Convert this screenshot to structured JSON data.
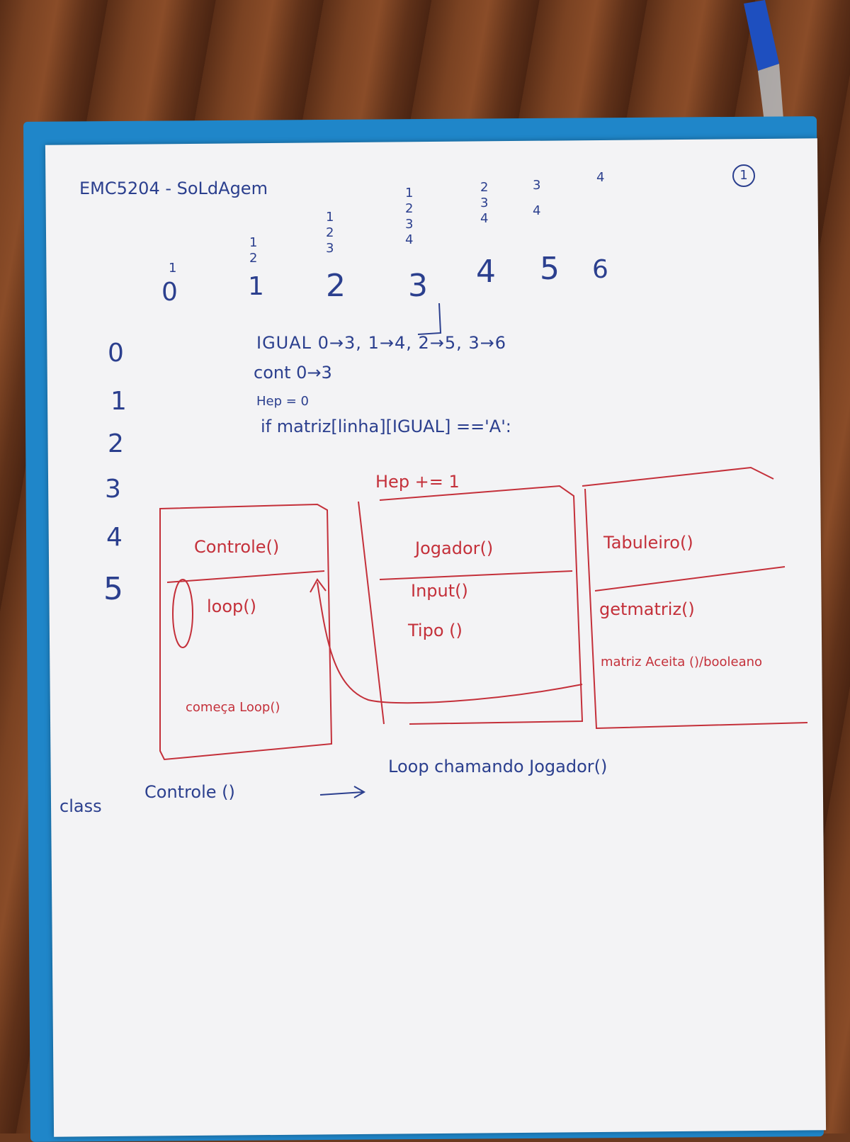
{
  "header": {
    "title": "EMC5204 - SoLdAgem",
    "page_number": "1"
  },
  "columns": {
    "headers": [
      "0",
      "1",
      "2",
      "3",
      "4",
      "5",
      "6"
    ],
    "stack_0": [
      "1"
    ],
    "stack_1": [
      "1",
      "2"
    ],
    "stack_2": [
      "1",
      "2",
      "3"
    ],
    "stack_3": [
      "1",
      "2",
      "3",
      "4"
    ],
    "stack_4": [
      "2",
      "3",
      "4"
    ],
    "stack_5": [
      "3",
      "4"
    ],
    "stack_6": [
      "4"
    ]
  },
  "rows": [
    "0",
    "1",
    "2",
    "3",
    "4",
    "5"
  ],
  "code": {
    "line1": "IGUAL 0→3, 1→4, 2→5, 3→6",
    "line2": "cont 0→3",
    "line3": "Hep = 0",
    "line4": "if  matriz[linha][IGUAL] =='A':",
    "line5": "Hep += 1"
  },
  "boxes": {
    "controle": {
      "title": "Controle()",
      "method1": "loop()",
      "method2": "começa Loop()"
    },
    "jogador": {
      "title": "Jogador()",
      "method1": "Input()",
      "method2": "Tipo ()"
    },
    "tabuleiro": {
      "title": "Tabuleiro()",
      "method1": "getmatriz()",
      "method2": "matriz Aceita ()/booleano"
    }
  },
  "footer": {
    "class_word": "class",
    "class_name": "Controle ()",
    "description": "Loop chamando Jogador()"
  },
  "colors": {
    "blue_ink": "#2b3f8e",
    "red_ink": "#c4303a",
    "folder": "#1f86c9"
  }
}
